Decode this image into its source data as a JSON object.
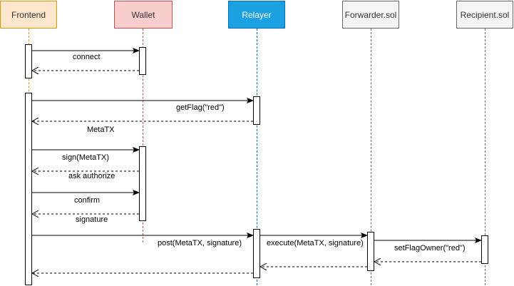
{
  "actors": [
    {
      "label": "Frontend",
      "fill": "#ffe6cc",
      "stroke": "#d79b00",
      "text_color": "#333333"
    },
    {
      "label": "Wallet",
      "fill": "#f8cecc",
      "stroke": "#b85450",
      "text_color": "#333333"
    },
    {
      "label": "Relayer",
      "fill": "#1ba1e2",
      "stroke": "#006eaf",
      "text_color": "#ffffff"
    },
    {
      "label": "Forwarder.sol",
      "fill": "#f5f5f5",
      "stroke": "#666666",
      "text_color": "#333333"
    },
    {
      "label": "Recipient.sol",
      "fill": "#f5f5f5",
      "stroke": "#666666",
      "text_color": "#333333"
    }
  ],
  "messages": [
    {
      "label": "connect",
      "kind": "call"
    },
    {
      "label": "",
      "kind": "return"
    },
    {
      "label": "getFlag(\"red\")",
      "kind": "call"
    },
    {
      "label": "MetaTX",
      "kind": "return"
    },
    {
      "label": "sign(MetaTX)",
      "kind": "call"
    },
    {
      "label": "ask authorize",
      "kind": "return"
    },
    {
      "label": "confirm",
      "kind": "call"
    },
    {
      "label": "signature",
      "kind": "return"
    },
    {
      "label": "post(MetaTX, signature)",
      "kind": "call"
    },
    {
      "label": "execute(MetaTX, signature)",
      "kind": "call"
    },
    {
      "label": "setFlagOwner(\"red\")",
      "kind": "call"
    },
    {
      "label": "",
      "kind": "return"
    },
    {
      "label": "",
      "kind": "return"
    },
    {
      "label": "",
      "kind": "return"
    }
  ]
}
